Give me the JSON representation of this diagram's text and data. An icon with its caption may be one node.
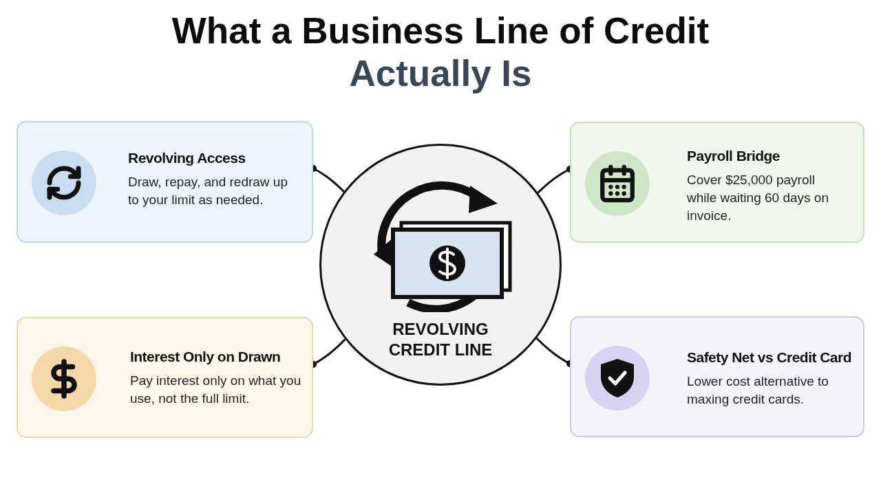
{
  "diagram": {
    "title": "What a Business Line of Credit Actually Is",
    "nodes": [
      {
        "text": [
          "REVOLVING CREDIT LINE"
        ]
      },
      {
        "text": [
          "Revolving Access",
          "Draw, repay, and redraw up to your limit as needed."
        ]
      },
      {
        "text": [
          "Payroll Bridge",
          "Cover $25,000 payroll while waiting 60 days on invoice."
        ]
      },
      {
        "text": [
          "Interest Only on Drawn",
          "Pay interest only on what you use, not the full limit."
        ]
      },
      {
        "text": [
          "Safety Net vs Credit Card",
          "Lower cost alternative to maxing credit cards."
        ]
      }
    ],
    "edges": [
      {
        "from": 0,
        "to": 1,
        "arrow": "other"
      },
      {
        "from": 0,
        "to": 2,
        "arrow": "other"
      },
      {
        "from": 0,
        "to": 3,
        "arrow": "other"
      },
      {
        "from": 0,
        "to": 4,
        "arrow": "other"
      }
    ]
  }
}
